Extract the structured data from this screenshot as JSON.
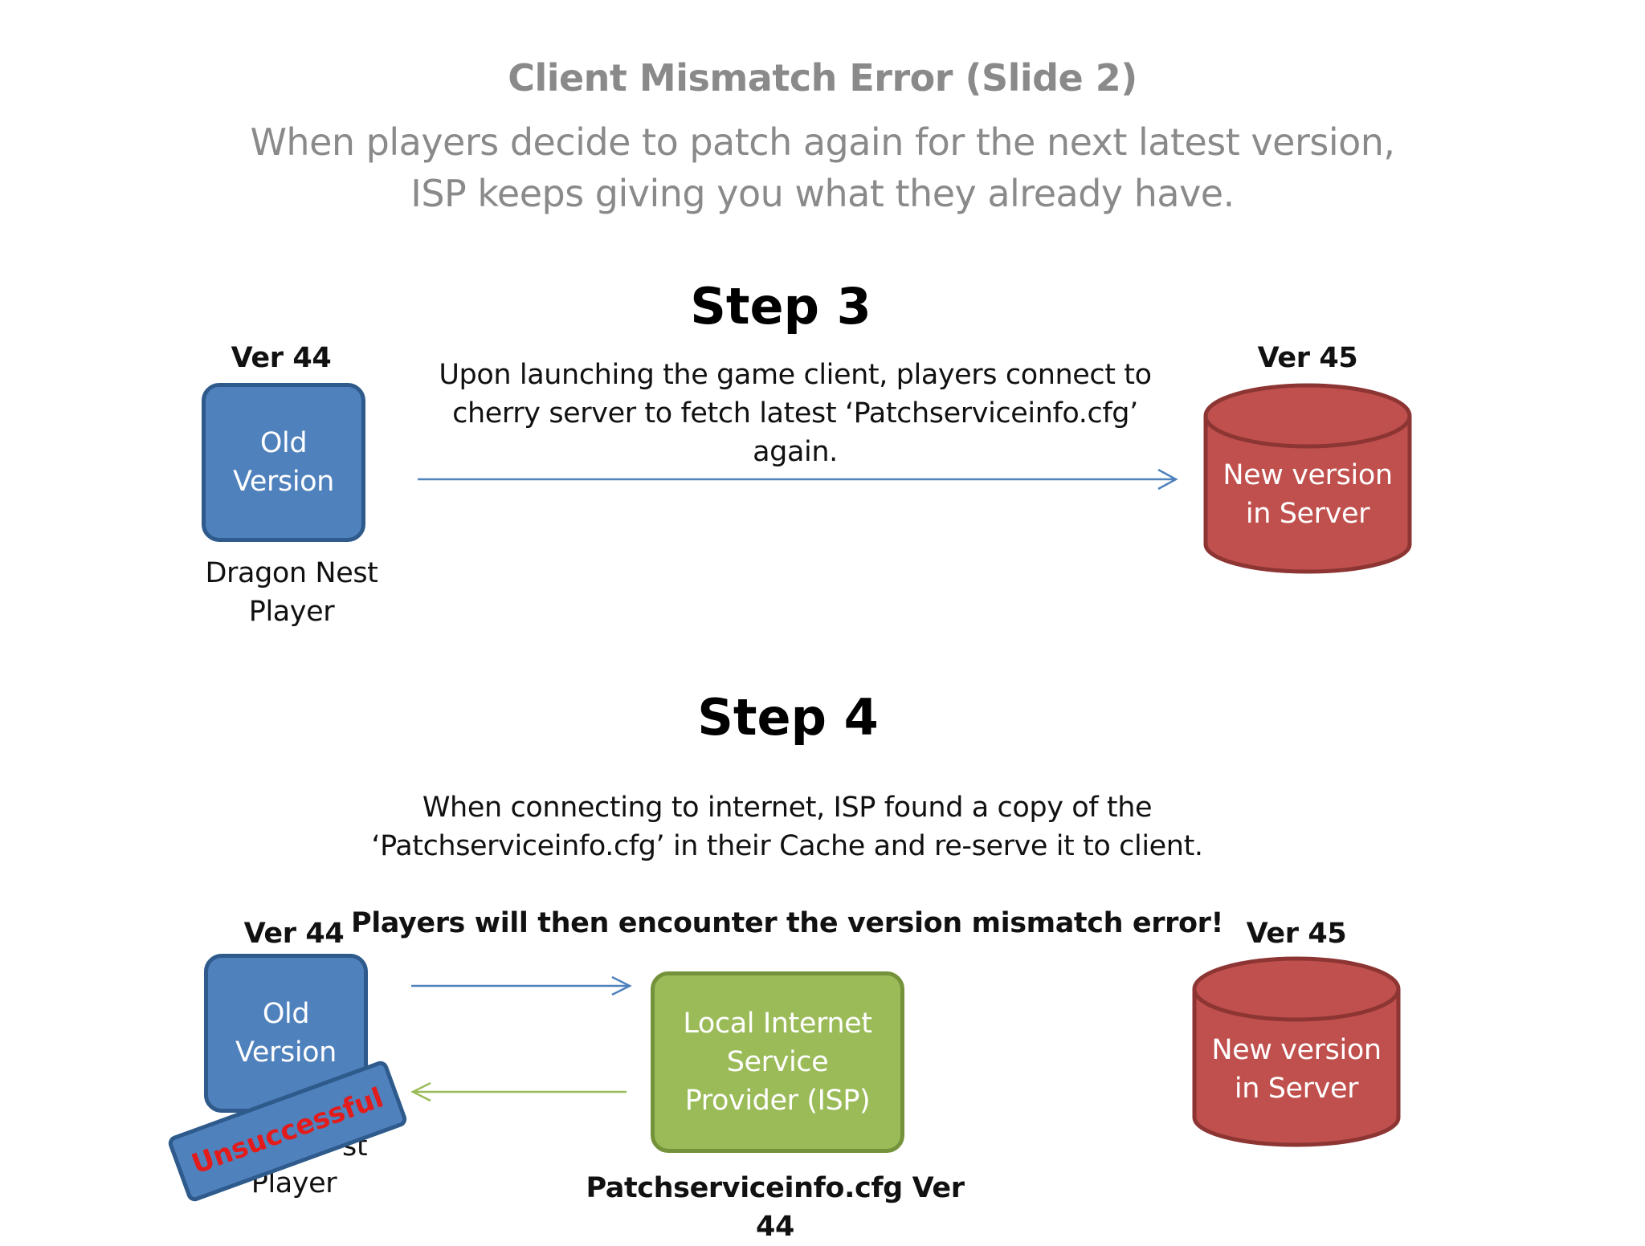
{
  "header": {
    "title": "Client Mismatch Error (Slide 2)",
    "subtitle_line1": "When players decide to patch again for the next latest version,",
    "subtitle_line2": "ISP keeps giving you what they already have."
  },
  "step3": {
    "title": "Step 3",
    "description": [
      "Upon launching the game client, players connect to",
      "cherry server to fetch latest ‘Patchserviceinfo.cfg’",
      "again."
    ],
    "client": {
      "version": "Ver 44",
      "box_lines": [
        "Old",
        "Version"
      ],
      "caption_lines": [
        "Dragon Nest",
        "Player"
      ]
    },
    "server": {
      "version": "Ver 45",
      "label_lines": [
        "New version",
        "in Server"
      ]
    }
  },
  "step4": {
    "title": "Step 4",
    "description": [
      "When connecting to internet, ISP found a copy of the",
      "‘Patchserviceinfo.cfg’ in their Cache and re-serve it to client."
    ],
    "warning": "Players will then encounter the version mismatch error!",
    "client": {
      "version": "Ver 44",
      "box_lines": [
        "Old",
        "Version"
      ],
      "caption_partial_line1": "st",
      "caption_partial_line2": "Player"
    },
    "stamp": "Unsuccessful",
    "isp": {
      "box_lines": [
        "Local Internet",
        "Service",
        "Provider (ISP)"
      ],
      "caption": "Patchserviceinfo.cfg Ver 44"
    },
    "server": {
      "version": "Ver 45",
      "label_lines": [
        "New version",
        "in Server"
      ]
    }
  },
  "colors": {
    "client_fill": "#4f81bd",
    "client_border": "#2e5a8c",
    "server_fill": "#c0504d",
    "server_border": "#8c3533",
    "isp_fill": "#9bbb59",
    "isp_border": "#74923a",
    "arrow_blue": "#4f81bd",
    "arrow_green": "#9bbb59",
    "stamp_text": "#e31b1b",
    "title_gray": "#8a8a8a"
  }
}
